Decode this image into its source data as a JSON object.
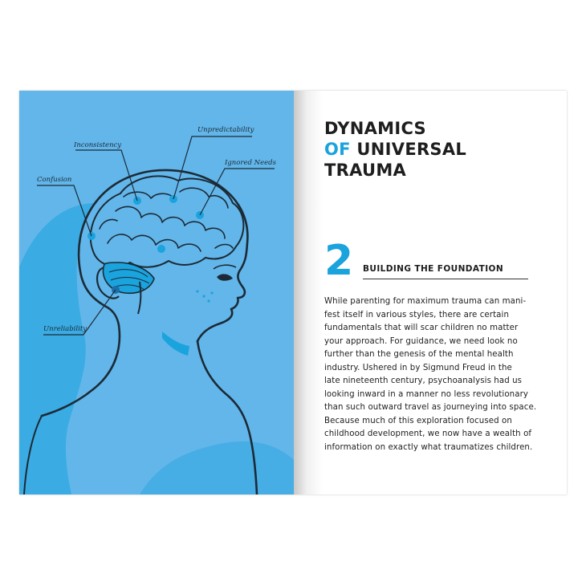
{
  "illustration": {
    "labels": {
      "inconsistency": "Inconsistency",
      "unpredictability": "Unpredictability",
      "ignored_needs": "Ignored Needs",
      "confusion": "Confusion",
      "unreliability": "Unreliability"
    },
    "colors": {
      "page_bg": "#62b6ea",
      "accent_dark": "#1aa3dd",
      "line": "#1c2a36"
    }
  },
  "right_page": {
    "title_line1": "DYNAMICS",
    "title_line2_accent": "OF",
    "title_line2_rest": " UNIVERSAL",
    "title_line3": "TRAUMA",
    "chapter_number": "2",
    "chapter_heading": "BUILDING THE FOUNDATION",
    "body_lines": [
      "While parenting for maximum trauma can mani-",
      "fest itself in various styles, there are certain",
      "fundamentals that will scar children no matter",
      "your approach. For guidance, we need look no",
      "further than the genesis of the mental health",
      "industry. Ushered in by Sigmund Freud in the",
      "late nineteenth century, psychoanalysis had us",
      "looking inward in a manner no less revolutionary",
      "than such outward travel as journeying into space.",
      "Because much of this exploration focused on",
      "childhood development, we now have a wealth of",
      "information on exactly what traumatizes children."
    ],
    "colors": {
      "accent": "#1aa3dd",
      "text": "#1e1e1e"
    }
  }
}
